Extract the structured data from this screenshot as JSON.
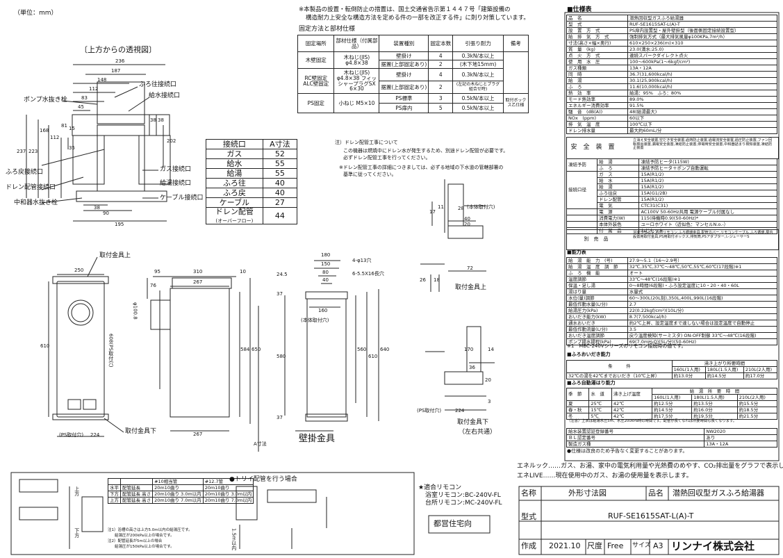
{
  "header": {
    "unit": "（単位：mm）",
    "top_note_line1": "※本製品の設置・転倒防止の措置は、国土交通省告示第１４４７号「建築設備の",
    "top_note_line2": "構造耐力上安全な構造方法を定める件の一部を改正する件」に則り対策しています。"
  },
  "topview": {
    "title": "〔上方からの透視図〕",
    "labels": {
      "pump_drain": "ポンプ水抜き栓",
      "bath_return": "ふろ往接続口",
      "water_in": "給水接続口",
      "bath_back": "ふろ戻接続口",
      "gas": "ガス接続口",
      "drain_pipe": "ドレン配管接続口",
      "hot_out": "給湯接続口",
      "neutralizer": "中和器水抜き栓",
      "cable": "ケーブル接続口"
    },
    "dims": [
      "236",
      "187",
      "148",
      "112",
      "83",
      "45",
      "237",
      "223",
      "168",
      "112",
      "81",
      "15",
      "35",
      "202",
      "38",
      "38",
      "38",
      "90",
      "195"
    ]
  },
  "fix_table": {
    "title": "固定方法と部材仕様",
    "headers": [
      "固定場所",
      "部材仕様（付属部品）",
      "装置種別",
      "固定本数",
      "引張り耐力",
      "備考"
    ],
    "rows": [
      {
        "place": "木壁固定",
        "part": "木ねじ(JIS) φ4.8×38",
        "type": "壁掛け",
        "count": "4",
        "force": "0.3kN/本以上"
      },
      {
        "place": "",
        "part": "",
        "type": "据置(上部固定あり)",
        "count": "2",
        "force": "(木下地15mm)"
      },
      {
        "place": "RC壁固定 ALC壁固定",
        "part": "木ねじ(JIS) φ4.8×38 フィッシャープラグSX 6×30",
        "type": "壁掛け",
        "count": "4",
        "force": "0.3kN/本以上"
      },
      {
        "place": "",
        "part": "",
        "type": "据置(上部固定あり)",
        "count": "2",
        "force": "(左記の木ねじとプラグ組合せ時)"
      },
      {
        "place": "PS固定",
        "part": "小ねじ M5×10",
        "type": "PS標準",
        "count": "3",
        "force": "0.5kN/本以上"
      },
      {
        "place": "",
        "part": "",
        "type": "PS扉内",
        "count": "5",
        "force": "0.5kN/本以上",
        "note": "取付ボックス乙仕様"
      }
    ]
  },
  "conn_table": {
    "headers": [
      "接続口",
      "A寸法"
    ],
    "rows": [
      [
        "ガス",
        "52"
      ],
      [
        "給水",
        "55"
      ],
      [
        "給湯",
        "55"
      ],
      [
        "ふろ往",
        "40"
      ],
      [
        "ふろ戻",
        "40"
      ],
      [
        "ケーブル",
        "27"
      ],
      [
        "ドレン配管",
        "44"
      ]
    ],
    "drain_sub": "(オーバーフロー)"
  },
  "drain_note": {
    "l1": "注）ドレン配管工事について",
    "l2": "この機器は燃焼中にドレン水が発生するため、別途ドレン配管が必要です。",
    "l3": "必ずドレン配管工事を行ってください。",
    "l4": "※ドレン配管工事の詳細につきましては、必ずる地域の下水道の管轄部署の",
    "l5": "基準に従ってください。"
  },
  "front": {
    "bracket_top": "取付金具上",
    "bracket_bottom": "取付金具下",
    "ps_hole": "(PS取付穴)",
    "dims": {
      "w": "250",
      "h": "610",
      "ps": "224",
      "bottom_ps": "608(PS取付穴)",
      "dia": "φ100.8"
    }
  },
  "side": {
    "dims": {
      "d1": "95",
      "d2": "310",
      "d3": "10",
      "d4": "267",
      "d5": "76",
      "d6": "650",
      "d7": "584",
      "d8": "267",
      "a": "A寸法"
    }
  },
  "wall_bracket": {
    "title": "壁掛金具",
    "hole_note1": "4-φ13穴",
    "hole_note2": "6-5.5X16長穴",
    "body_hole": "(本体取付穴)",
    "ps_hole": "(PS取付穴)",
    "dims": [
      "180",
      "150",
      "80",
      "40",
      "160",
      "24.5",
      "37",
      "580",
      "560",
      "610",
      "640",
      "37",
      "170",
      "14",
      "36",
      "20",
      "3",
      "224"
    ]
  },
  "detail": {
    "body_hole": "(本体取付穴)",
    "dims": [
      "17",
      "11",
      "28",
      "40",
      "20",
      "26",
      "18",
      "72"
    ],
    "upper": "取付金具上",
    "lower": "取付金具下",
    "lower_sub": "（左右共通）"
  },
  "spec": {
    "title": "■仕様表",
    "rows": [
      [
        "品　名",
        "潜熱回収型ガスふろ給湯器"
      ],
      [
        "型　式",
        "RUF-SE1615SAT-L(A)-T"
      ],
      [
        "設　置　方　式",
        "PS扉内設置型・屋外壁掛型（後面側固定接続設置型）"
      ],
      [
        "給　排　気　方　式",
        "強制排気方式（最大排気風量φ100KPa,7m²/h）"
      ],
      [
        "寸法(高さ×幅×奥行)",
        "610×250×236(ｍ)×310"
      ],
      [
        "質　量　(kg)",
        "23.0(満水:25.0)"
      ],
      [
        "点　火　方　式",
        "連続スパークダイレクト点火"
      ],
      [
        "使　用　水　圧",
        "100〜600kPa(1〜6kgf/cm²)"
      ],
      [
        "ガス種類",
        "13A・12A"
      ],
      [
        "同　時",
        "36.7(31,600kcal/h)"
      ],
      [
        "給　湯",
        "30.1(25,900kcal/h)"
      ],
      [
        "ふ　ろ",
        "11.6(10,000kcal/h)"
      ],
      [
        "熱　効　率",
        "給湯：95%　ふろ：80%"
      ],
      [
        "モード熱効率",
        "89.0%"
      ],
      [
        "エネルギー消費効率",
        "91.5%"
      ],
      [
        "騒　音　(dB(A))",
        "48(給湯最大)"
      ],
      [
        "NOx　(ppm)",
        "60以下"
      ],
      [
        "排　気　温　度",
        "100℃以下"
      ],
      [
        "ドレン排水量",
        "最大約60mL/分"
      ]
    ],
    "safety_label": "安　全　装　置",
    "safety": "立消え安全装置,空だき安全装置,過熱防止装置,過電流安全装置,過圧防止装置,ファン回転検出装置,漏電安全装置,凍結防止装置,停電時安全装置,中和器詰まり検知装置,凍結防止装置",
    "freeze_label": "凍結予防",
    "freeze": [
      [
        "給　湯",
        "凍結予防ヒータ(115W)"
      ],
      [
        "ふ　ろ",
        "凍結予防ヒータ＋ポンプ自動運転"
      ]
    ],
    "conn_label": "接続口径",
    "conn": [
      [
        "ガ　ス",
        "15A(R1/2)"
      ],
      [
        "給　水",
        "15A(R1/2)"
      ],
      [
        "給　湯",
        "15A(R1/2)"
      ],
      [
        "ふろ往戻",
        "15A(G1/2B)"
      ],
      [
        "ドレン配管",
        "15A(R1/2)"
      ],
      [
        "電　気",
        "CTC31(C31)"
      ]
    ],
    "power": [
      [
        "電　源",
        "AC100V 50-60Hz共用 電源ケーブル付属なし"
      ],
      [
        "消費電力(W)",
        "115(待機時0.9)(50-60Hz)*"
      ],
      [
        "本体外装色",
        "ユーロホワイト（近似色：マンセルN.o.-）"
      ],
      [
        "付　属　品",
        "ねじセット"
      ]
    ],
    "separate_label": "別　売　品",
    "separate": "浴室リモコン,台所リモコン,ふろ循環金具,配管カバー,リモコンケーブル,ふろ循環,屋内設置用取付金具,PS用取付ボックス,排気筒,PSアダプター,レジューサーS"
  },
  "perf": {
    "title": "■能力表",
    "rows": [
      [
        "給　湯　能　力　(号)",
        "27.9〜5.1（16〜2.9号）"
      ],
      [
        "給　湯　温　度　調　節",
        "32℃,35℃,37℃〜48℃,50℃,55℃,60℃(17段階)※1"
      ],
      [
        "ふ　ろ　機　能",
        "オート"
      ],
      [
        "温度調節",
        "33℃〜48℃(16段階)※1"
      ],
      [
        "保温・足し湯",
        "0〜8時間(6段階)・ふろ設定温度に10・20・40・60L"
      ],
      [
        "湯はり量",
        "水量式"
      ],
      [
        "水位(量)調節",
        "60〜300L(20L刻),350L,400L,990L(16段階)"
      ],
      [
        "最低作動水量(L/分)",
        "2.7"
      ],
      [
        "給湯圧力(kPa)",
        "22(0.22kgf/cm²)(10L/分)"
      ],
      [
        "おいだき能力(kW)",
        "8.7(7,500kcal/h)"
      ],
      [
        "通水おいだき",
        "約2℃上昇、設定温度まで達しない場合は設定温度で自動停止"
      ],
      [
        "最低作動流量(L/分)",
        "3.5"
      ],
      [
        "おいだき温度調節",
        "戻り温度検知(サーミスタ) ON-OFF制御 33℃〜48℃(16段階)"
      ],
      [
        "ポンプ揚水揚程(kPa)",
        "69(7.0mH₂O)(5L/分)(50-60Hz)"
      ]
    ],
    "footnote": "※1　MBC-240Vシリーズのリモコン接続時の値です。"
  },
  "bath_oidaki": {
    "title": "■ふろおいだき能力",
    "header": [
      "条　　　件",
      "沸き上がり所要時間"
    ],
    "sub": [
      "160L(1人用)",
      "180L(1.5人用)",
      "210L(2人用)"
    ],
    "row": [
      "32℃の湯を42℃までおいだき（10℃上昇）",
      "約13.0分",
      "約14.5分",
      "約17.0分"
    ]
  },
  "bath_auto": {
    "title": "■ふろ自動湯はり能力",
    "header": [
      "季　節",
      "水　道",
      "沸き上げ温度",
      "給　湯　所　要　時　間"
    ],
    "sub": [
      "160L(1人用)",
      "180L(1.5人用)",
      "210L(2人用)"
    ],
    "rows": [
      [
        "夏",
        "25℃",
        "42℃",
        "約12.5分",
        "約13.5分",
        "約15.5分"
      ],
      [
        "春・秋",
        "15℃",
        "42℃",
        "約14.5分",
        "約16.0分",
        "約18.5分"
      ],
      [
        "冬",
        "5℃",
        "42℃",
        "約17.5分",
        "約19.5分",
        "約21.5分"
      ]
    ],
    "note": "（注意）上表は給湯水圧5m、水圧200kPa時の時間です。配管が長くなれば所要時間も長くなります。"
  },
  "cert": {
    "rows": [
      [
        "給水装置認証登録番号",
        "NW2020"
      ],
      [
        "ＢＬ認定番号",
        "あり"
      ],
      [
        "製造ガス種",
        "13A・12A"
      ]
    ],
    "note": "●仕様は改良のため予告なく変更することがあります。"
  },
  "enelook": {
    "l1": "エネルック……ガス、お湯、家中の電気利用量や光熱費のめやす、CO₂排出量をグラフで表示します。",
    "l2": "エネLIVE……現在使用中のガス、お湯の使用量を表示します。"
  },
  "remote": {
    "title": "★適合リモコン",
    "bath": "浴室リモコン:BC-240V-FL",
    "kitchen": "台所リモコン:MC-240V-FL"
  },
  "usage": "都営住宅向",
  "titleblock": {
    "name_label": "名称",
    "name": "外形寸法図",
    "product_label": "品名",
    "product": "潜熱回収型ガスふろ給湯器",
    "model_label": "型式",
    "model": "RUF-SE1615SAT-L(A)-T",
    "made_label": "作成",
    "made": "2021.10",
    "scale_label": "尺度",
    "scale": "Free",
    "size_label": "サイズ",
    "size": "A3",
    "company": "リンナイ株式会社"
  },
  "pipe_table": {
    "headers": [
      "",
      "",
      "#10相当管",
      "#12.7管"
    ],
    "rows": [
      [
        "水平",
        "配管延長",
        "20m10曲り",
        "20m10曲り"
      ],
      [
        "下方",
        "配管延長 高さ",
        "20m10曲り 3.0m以内",
        "20m10曲り 3.0m以内"
      ],
      [
        "上方",
        "配管延長 高さ",
        "20m10曲り 7.0m以内",
        "20m10曲り 7.0m以内"
      ]
    ],
    "notes": [
      "注1）浴槽の高さは上方5.0m以内の給湯圧です。",
      "給湯圧が200kPa以上の場合です。",
      "注2）配管延長が5m以上の場合",
      "給湯圧が150kPa以上の場合です。"
    ],
    "trap_title": "●トリイ配管を行う場合",
    "heights": [
      "1.5m以内",
      "上方",
      "下方"
    ]
  }
}
